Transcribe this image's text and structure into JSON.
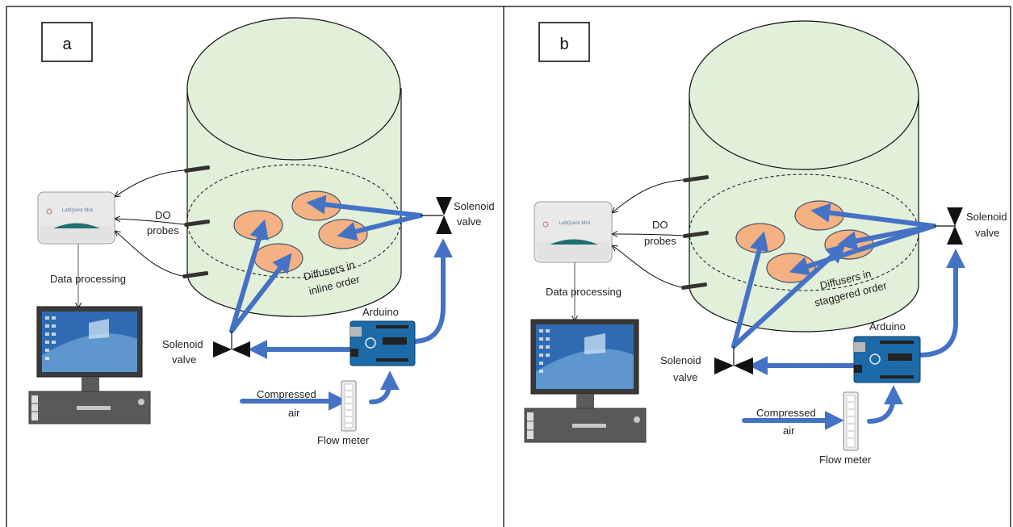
{
  "colors": {
    "tank_fill": "#e2efd9",
    "diffuser_fill": "#f4b183",
    "arrow": "#4472c4",
    "outline": "#111111"
  },
  "panels": [
    {
      "letter": "a",
      "labels": {
        "solenoid_top": [
          "Solenoid",
          "valve"
        ],
        "solenoid_bottom": [
          "Solenoid",
          "valve"
        ],
        "do_probes": [
          "DO",
          "probes"
        ],
        "data_processing": "Data processing",
        "diffusers": [
          "Diffusers in",
          "inline order"
        ],
        "arduino": "Arduino",
        "compressed_air": [
          "Compressed",
          "air"
        ],
        "flow_meter": "Flow meter"
      },
      "device_text": "LabQuest Mini"
    },
    {
      "letter": "b",
      "labels": {
        "solenoid_top": [
          "Solenoid",
          "valve"
        ],
        "solenoid_bottom": [
          "Solenoid",
          "valve"
        ],
        "do_probes": [
          "DO",
          "probes"
        ],
        "data_processing": "Data processing",
        "diffusers": [
          "Diffusers in",
          "staggered order"
        ],
        "arduino": "Arduino",
        "compressed_air": [
          "Compressed",
          "air"
        ],
        "flow_meter": "Flow meter"
      },
      "device_text": "LabQuest Mini"
    }
  ]
}
